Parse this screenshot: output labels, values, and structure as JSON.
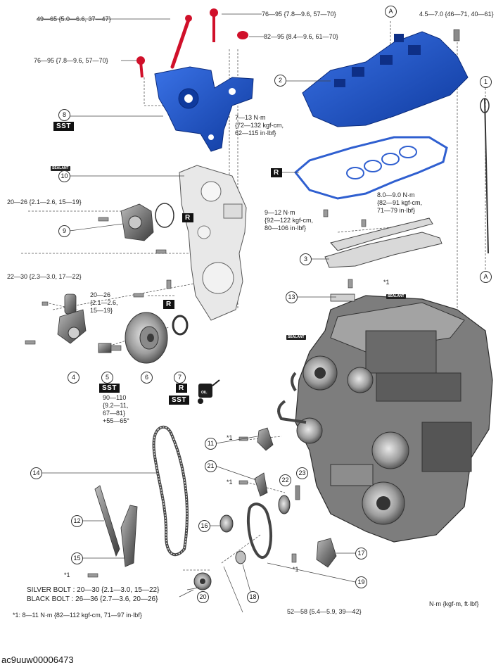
{
  "torques": {
    "t_49_65": "49—65 {5.0—6.6, 37—47}",
    "t_76_95_top": "76—95 {7.8—9.6, 57—70}",
    "t_82_95": "82—95 {8.4—9.6, 61—70}",
    "t_76_95_left": "76—95 {7.8—9.6, 57—70}",
    "t_45_70": "4.5—7.0 {46—71, 40—61}",
    "t_7_13": [
      "7—13 N·m",
      "{72—132 kgf-cm,",
      "62—115 in·lbf}"
    ],
    "t_8_9": [
      "8.0—9.0 N·m",
      "{82—91 kgf-cm,",
      "71—79 in·lbf}"
    ],
    "t_9_12": [
      "9—12 N·m",
      "{92—122 kgf-cm,",
      "80—106 in·lbf}"
    ],
    "t_20_26": "20—26 {2.1—2.6, 15—19}",
    "t_22_30": "22—30 {2.3—3.0, 17—22}",
    "t_20_26_small": [
      "20—26",
      "{2.1—2.6,",
      "15—19}"
    ],
    "t_90_110": [
      "90—110",
      "{9.2—11,",
      "67—81}",
      "+55—65°"
    ],
    "t_52_58": "52—58 {5.4—5.9, 39—42}"
  },
  "badges": {
    "sst": "SST",
    "r": "R",
    "oil": "OIL",
    "sealant": "SEALANT"
  },
  "callouts": [
    "1",
    "2",
    "3",
    "4",
    "5",
    "6",
    "7",
    "8",
    "9",
    "10",
    "11",
    "12",
    "13",
    "14",
    "15",
    "16",
    "17",
    "18",
    "19",
    "20",
    "21",
    "22",
    "23"
  ],
  "markers": {
    "a": "A",
    "star1": "*1"
  },
  "bolt_notes": {
    "silver": "SILVER BOLT : 20—30 {2.1—3.0, 15—22}",
    "black": "BLACK BOLT : 26—36 {2.7—3.6, 20—26}"
  },
  "footnote": "*1: 8—11 N·m {82—112 kgf-cm, 71—97 in·lbf}",
  "units": "N·m {kgf-m, ft·lbf}",
  "figure_id": "ac9uuw00006473",
  "colors": {
    "highlight": "#1f56c8",
    "highlight_dark": "#0e2f86",
    "gasket": "#2f5fd0",
    "engine": "#6d6d6d",
    "line": "#333333"
  }
}
